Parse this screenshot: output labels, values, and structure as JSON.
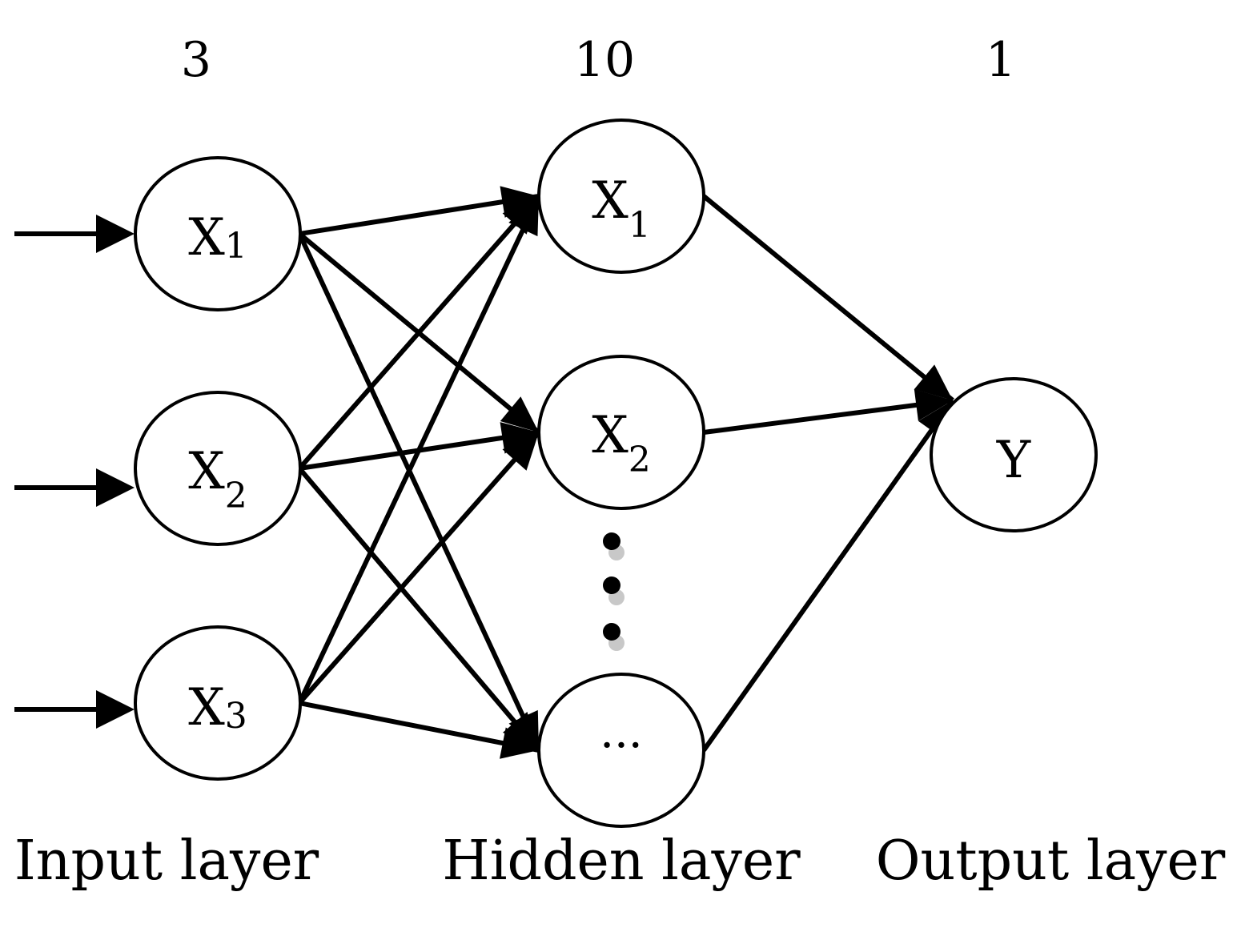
{
  "layers": {
    "input": {
      "count": "3",
      "label": "Input layer"
    },
    "hidden": {
      "count": "10",
      "label": "Hidden layer"
    },
    "output": {
      "count": "1",
      "label": "Output layer"
    }
  },
  "nodes": {
    "input_1": {
      "main": "X",
      "sub": "1"
    },
    "input_2": {
      "main": "X",
      "sub": "2"
    },
    "input_3": {
      "main": "X",
      "sub": "3"
    },
    "hidden_1": {
      "main": "X",
      "sub": "1"
    },
    "hidden_2": {
      "main": "X",
      "sub": "2"
    },
    "hidden_last": {
      "main": "···",
      "sub": ""
    },
    "output_1": {
      "main": "Y",
      "sub": ""
    }
  },
  "colors": {
    "stroke": "#000000",
    "background": "#ffffff",
    "dot_shadow": "#c8c8c8"
  }
}
